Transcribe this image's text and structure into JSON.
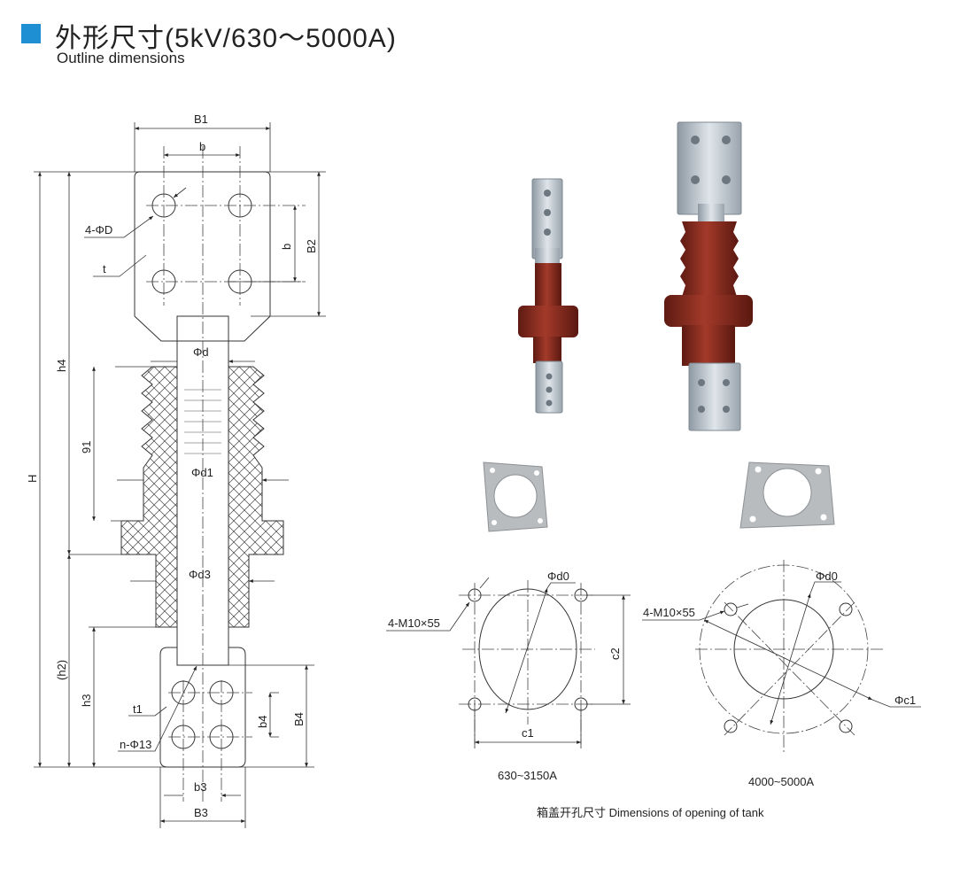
{
  "header": {
    "title": "外形尺寸(5kV/630～5000A)",
    "subtitle": "Outline dimensions",
    "accent_color": "#1f8fd3"
  },
  "outline_drawing": {
    "labels": {
      "B1": "B1",
      "b_top": "b",
      "b_side": "b",
      "B2": "B2",
      "holes": "4-ΦD",
      "t": "t",
      "phi_d": "Φd",
      "h4": "h4",
      "H": "H",
      "dim_91": "91",
      "phi_d1": "Φd1",
      "phi_d3": "Φd3",
      "h2": "(h2)",
      "h3": "h3",
      "t1": "t1",
      "n_holes": "n-Φ13",
      "b4": "b4",
      "B4": "B4",
      "b3": "b3",
      "B3": "B3"
    }
  },
  "tank_opening": {
    "caption": "箱盖开孔尺寸 Dimensions of opening of tank",
    "square": {
      "bolts": "4-M10×55",
      "phi_d0": "Φd0",
      "c1": "c1",
      "c2": "c2",
      "rating": "630~3150A"
    },
    "round": {
      "bolts": "4-M10×55",
      "phi_d0": "Φd0",
      "phi_c1": "Φc1",
      "rating": "4000~5000A"
    }
  },
  "colors": {
    "insulator": "#8a2a1e",
    "terminal": "#b8c2cc",
    "gasket": "#b9bcbf"
  }
}
